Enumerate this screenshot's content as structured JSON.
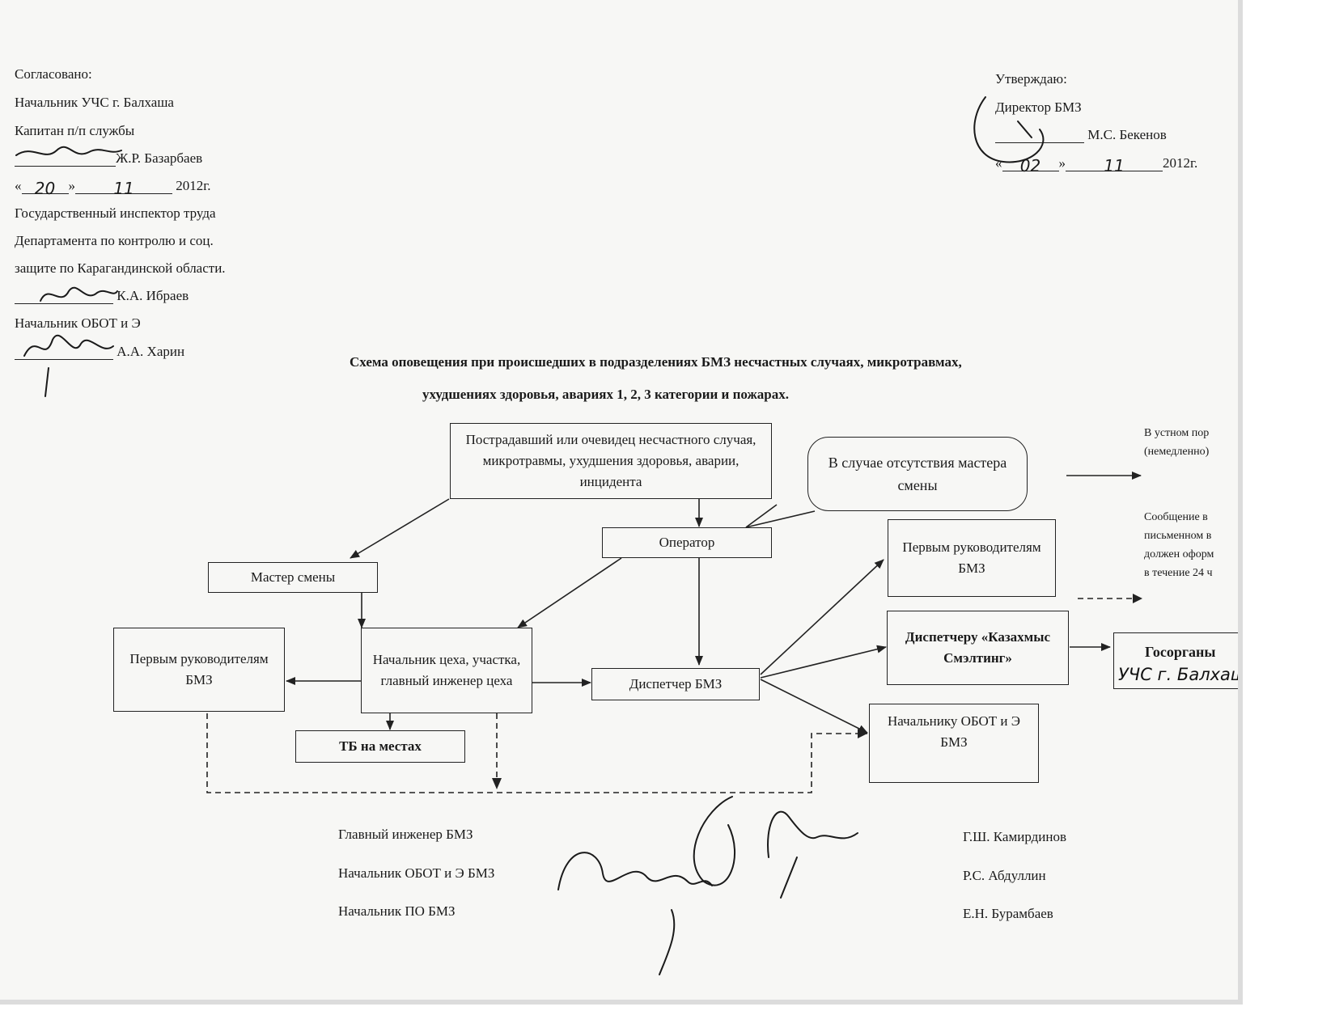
{
  "left_approval": {
    "heading": "Согласовано:",
    "line1": "Начальник УЧС г. Балхаша",
    "line2": "Капитан п/п службы",
    "name1": "Ж.Р. Базарбаев",
    "date_day": "20",
    "date_month": "11",
    "date_year": "2012г.",
    "inspector_line1": "Государственный инспектор труда",
    "inspector_line2": "Департамента по контролю и соц.",
    "inspector_line3": "защите по Карагандинской области.",
    "name2": "К.А. Ибраев",
    "obot_title": "Начальник ОБОТ и Э",
    "name3": "А.А. Харин"
  },
  "right_approval": {
    "heading": "Утверждаю:",
    "title": "Директор БМЗ",
    "name": "М.С. Бекенов",
    "date_day": "02",
    "date_month": "11",
    "date_year": "2012г."
  },
  "diagram_title": {
    "line1": "Схема оповещения при происшедших в подразделениях БМЗ несчастных случаях, микротравмах,",
    "line2": "ухудшениях здоровья, авариях 1, 2, 3 категории и пожарах."
  },
  "nodes": {
    "victim": "Пострадавший или очевидец несчастного случая, микротравмы, ухудшения здоровья, аварии, инцидента",
    "callout": "В случае отсутствия мастера смены",
    "operator": "Оператор",
    "shift_master": "Мастер смены",
    "first_heads_left": "Первым руководителям БМЗ",
    "shop_head": "Начальник цеха, участка, главный инженер цеха",
    "dispatcher": "Диспетчер БМЗ",
    "tb": "ТБ на местах",
    "first_heads_right": "Первым руководителям БМЗ",
    "dispatcher_kazakhmys": "Диспетчеру «Казахмыс Смэлтинг»",
    "obot_head": "Начальнику ОБОТ и Э БМЗ",
    "gosorgany": "Госорганы",
    "gosorgany_stamp": "УЧС г. Балхаш"
  },
  "legend": {
    "oral_line1": "В устном пор",
    "oral_line2": "(немедленно)",
    "written_line1": "Сообщение в",
    "written_line2": "письменном в",
    "written_line3": "должен оформ",
    "written_line4": "в течение 24 ч"
  },
  "signatures": {
    "roles": [
      "Главный инженер БМЗ",
      "Начальник ОБОТ и Э БМЗ",
      "Начальник  ПО БМЗ"
    ],
    "names": [
      "Г.Ш. Камирдинов",
      "Р.С. Абдуллин",
      "Е.Н. Бурамбаев"
    ]
  }
}
